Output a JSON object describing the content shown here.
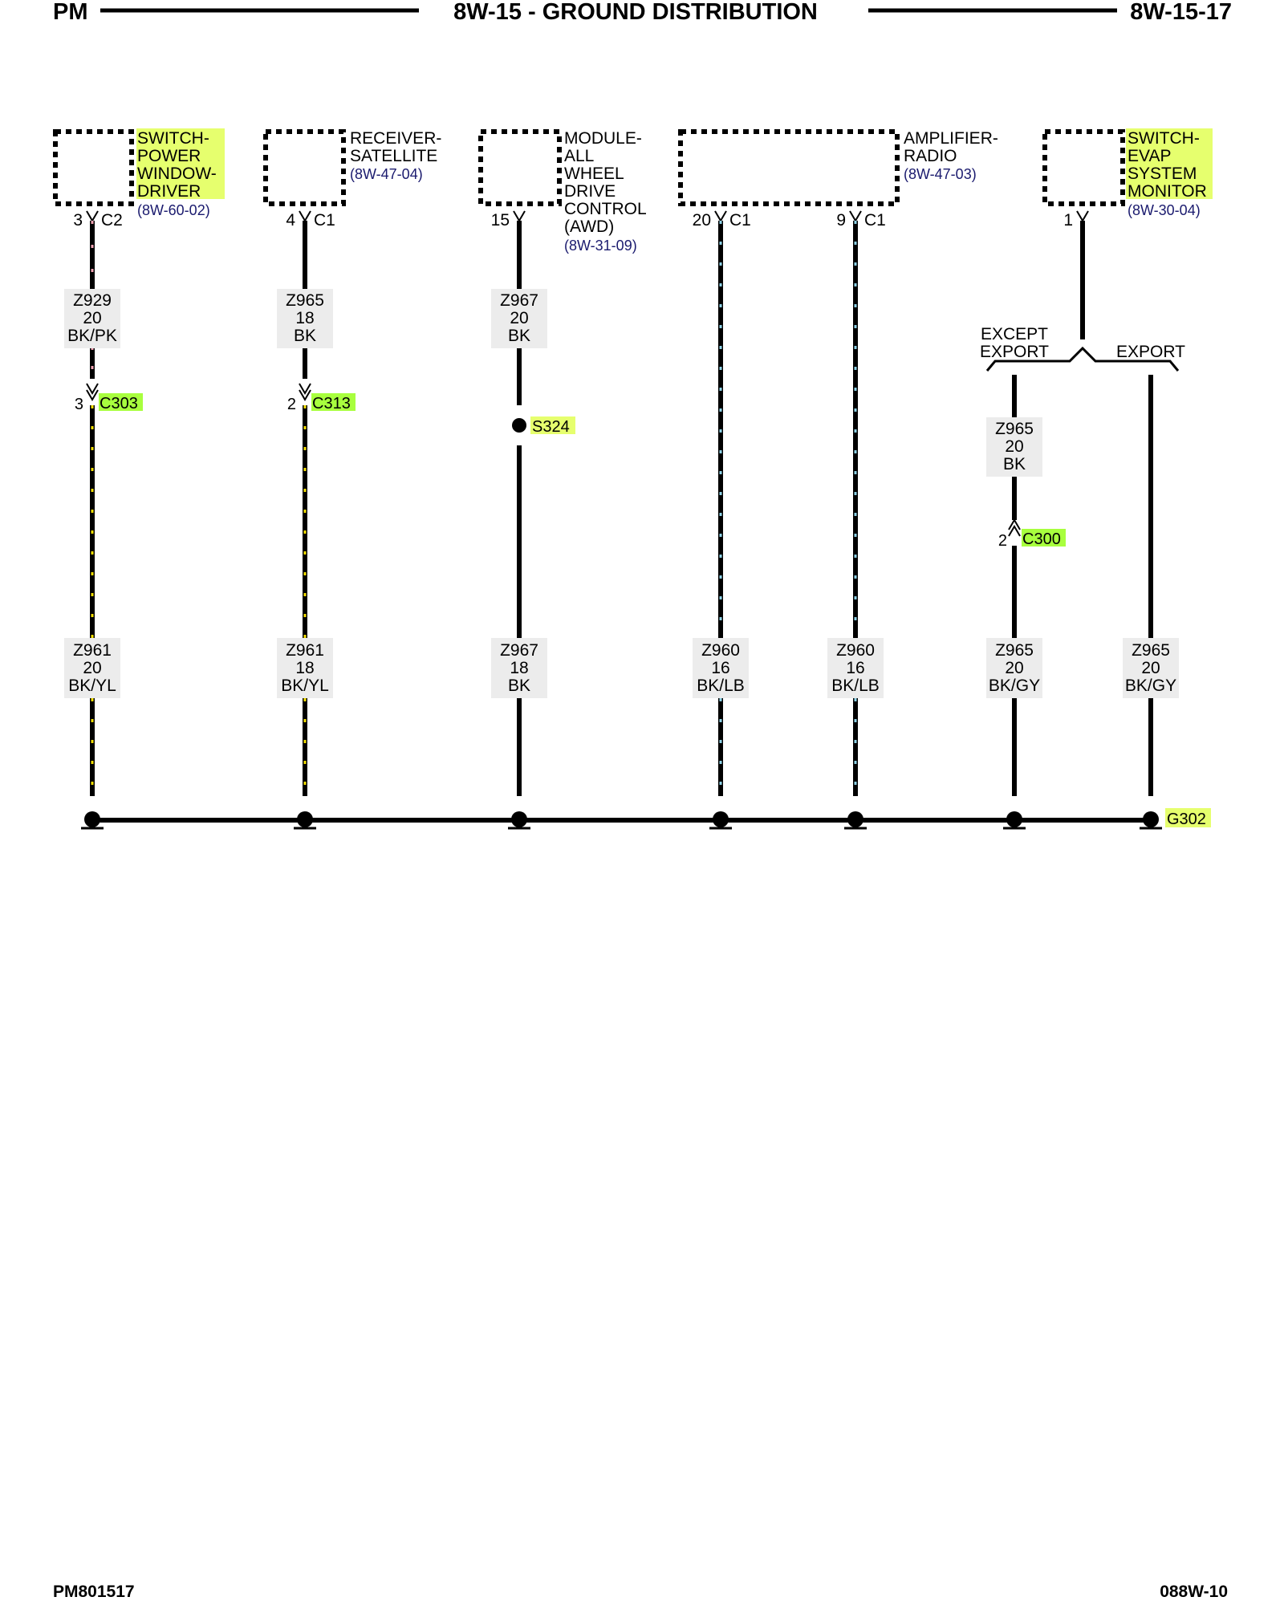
{
  "header": {
    "left": "PM",
    "title": "8W-15 - GROUND DISTRIBUTION",
    "right": "8W-15-17"
  },
  "footer": {
    "left": "PM801517",
    "right": "088W-10"
  },
  "colors": {
    "highlight": "#e6ff6e",
    "connector_highlight": "#a8ff3e",
    "pink_tracer": "#f2a3b3",
    "yellow_tracer": "#f5e000",
    "light_blue_tracer": "#8fd3e8",
    "gray_tracer": "#9a9a9a",
    "ref_text": "#1a1a6e"
  },
  "components": [
    {
      "id": "switch-power-window-driver",
      "lines": [
        "SWITCH-",
        "POWER",
        "WINDOW-",
        "DRIVER"
      ],
      "ref": "(8W-60-02)",
      "highlight": true
    },
    {
      "id": "receiver-satellite",
      "lines": [
        "RECEIVER-",
        "SATELLITE"
      ],
      "ref": "(8W-47-04)",
      "highlight": false
    },
    {
      "id": "module-all-wheel-drive-control",
      "lines": [
        "MODULE-",
        "ALL",
        "WHEEL",
        "DRIVE",
        "CONTROL",
        "(AWD)"
      ],
      "ref": "(8W-31-09)",
      "highlight": false
    },
    {
      "id": "amplifier-radio",
      "lines": [
        "AMPLIFIER-",
        "RADIO"
      ],
      "ref": "(8W-47-03)",
      "highlight": false
    },
    {
      "id": "switch-evap-system-monitor",
      "lines": [
        "SWITCH-",
        "EVAP",
        "SYSTEM",
        "MONITOR"
      ],
      "ref": "(8W-30-04)",
      "highlight": true
    }
  ],
  "pins": [
    {
      "pin": "3",
      "connector": "C2"
    },
    {
      "pin": "4",
      "connector": "C1"
    },
    {
      "pin": "15",
      "connector": ""
    },
    {
      "pin": "20",
      "connector": "C1"
    },
    {
      "pin": "9",
      "connector": "C1"
    },
    {
      "pin": "1",
      "connector": ""
    }
  ],
  "wires_upper": [
    {
      "circuit": "Z929",
      "gauge": "20",
      "color": "BK/PK",
      "tracer": "pink"
    },
    {
      "circuit": "Z965",
      "gauge": "18",
      "color": "BK",
      "tracer": "none"
    },
    {
      "circuit": "Z967",
      "gauge": "20",
      "color": "BK",
      "tracer": "none"
    },
    {
      "circuit": "Z965",
      "gauge": "20",
      "color": "BK",
      "tracer": "none"
    }
  ],
  "wires_lower": [
    {
      "circuit": "Z961",
      "gauge": "20",
      "color": "BK/YL",
      "tracer": "yellow"
    },
    {
      "circuit": "Z961",
      "gauge": "18",
      "color": "BK/YL",
      "tracer": "yellow"
    },
    {
      "circuit": "Z967",
      "gauge": "18",
      "color": "BK",
      "tracer": "none"
    },
    {
      "circuit": "Z960",
      "gauge": "16",
      "color": "BK/LB",
      "tracer": "light-blue"
    },
    {
      "circuit": "Z960",
      "gauge": "16",
      "color": "BK/LB",
      "tracer": "light-blue"
    },
    {
      "circuit": "Z965",
      "gauge": "20",
      "color": "BK/GY",
      "tracer": "gray"
    },
    {
      "circuit": "Z965",
      "gauge": "20",
      "color": "BK/GY",
      "tracer": "gray"
    }
  ],
  "inline_connectors": [
    {
      "name": "C303",
      "pin": "3"
    },
    {
      "name": "C313",
      "pin": "2"
    },
    {
      "name": "C300",
      "pin": "2"
    }
  ],
  "splice": {
    "name": "S324"
  },
  "ground": {
    "name": "G302"
  },
  "branch_labels": {
    "left": [
      "EXCEPT",
      "EXPORT"
    ],
    "right": "EXPORT"
  }
}
